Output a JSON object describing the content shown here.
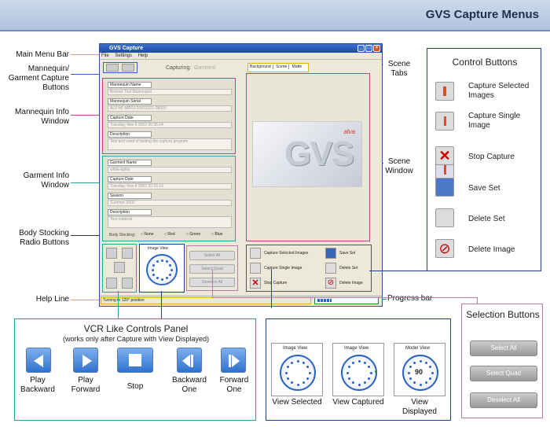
{
  "banner_title": "GVS Capture Menus",
  "callouts": {
    "main_menu_bar": "Main Menu Bar",
    "mannequin_capture_buttons": "Mannequin/ Garment Capture Buttons",
    "mannequin_info": "Mannequin Info Window",
    "garment_info": "Garment Info Window",
    "body_stocking": "Body Stocking Radio Buttons",
    "help_line": "Help Line",
    "scene_tabs": "Scene Tabs",
    "scene_window": "Scene Window",
    "progress_bar": "Progress bar"
  },
  "app": {
    "title": "GVS Capture",
    "menu": [
      "File",
      "Settings",
      "Help"
    ],
    "capturing_label": "Capturing:",
    "capturing_value": "Garment",
    "tabs": [
      "Background",
      "Scene",
      "Matte"
    ],
    "mannequin": {
      "name_label": "Mannequin Name",
      "name_value": "Browse Test Mannequin",
      "serial_label": "Mannequin Serial",
      "serial_value": "ALV-HF-MR03-20031021-00000",
      "date_label": "Capture Date",
      "date_value": "Tuesday, Nov 6 2002 20:36:24",
      "desc_label": "Description",
      "desc_value": "Test and used of testing the capture program"
    },
    "garment": {
      "name_label": "Garment Name",
      "name_value": "white-tights",
      "date_label": "Capture Date",
      "date_value": "Tuesday, Nov 6 2002 20:15:13",
      "season_label": "Season",
      "season_value": "Summer 2002",
      "desc_label": "Description",
      "desc_value": "Test material"
    },
    "stocking_label": "Body Stocking:",
    "stocking_options": [
      "None",
      "Red",
      "Green",
      "Blue"
    ],
    "image_view_label": "Image View",
    "select_buttons": [
      "Select All",
      "Select Quad",
      "Deselect All"
    ],
    "actions": [
      "Capture Selected Images",
      "Capture Single Image",
      "Stop Capture",
      "Save Set",
      "Delete Set",
      "Delete Image"
    ],
    "help_text": "Turning to 120° position",
    "logo_text": "GVS",
    "logo_small": "alva"
  },
  "control_buttons": {
    "title": "Control Buttons",
    "items": [
      "Capture Selected Images",
      "Capture Single Image",
      "Stop Capture",
      "Save Set",
      "Delete Set",
      "Delete Image"
    ]
  },
  "selection_buttons": {
    "title": "Selection Buttons",
    "items": [
      "Select All",
      "Select Quad",
      "Deselect All"
    ]
  },
  "vcr_panel": {
    "title": "VCR Like Controls Panel",
    "subtitle": "(works only after Capture with View Displayed)",
    "items": [
      "Play Backward",
      "Play Forward",
      "Stop",
      "Backward One",
      "Forward One"
    ]
  },
  "views": {
    "labels": [
      "Image View",
      "Image View",
      "Model View"
    ],
    "captions": [
      "View Selected",
      "View Captured",
      "View Displayed"
    ],
    "center_value": "90"
  },
  "colors": {
    "accent_blue": "#2a64c4",
    "magenta": "#c0408f",
    "teal": "#2aa3a3",
    "navy": "#1f3f8f",
    "green": "#1e8f3a",
    "orange": "#d98a1c",
    "gray_box": "#555"
  }
}
